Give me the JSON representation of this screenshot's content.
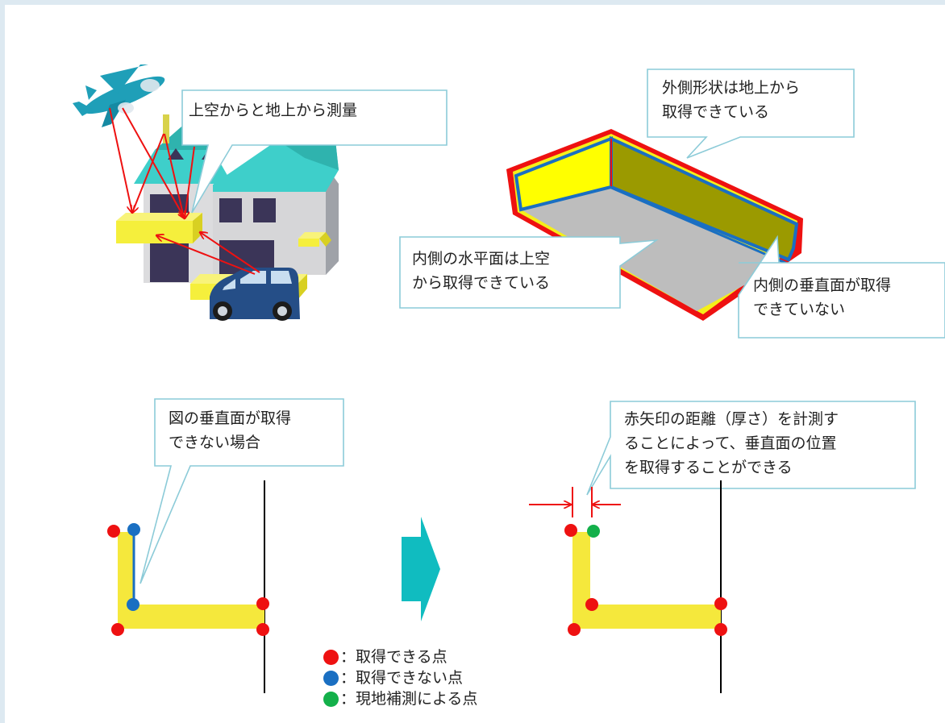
{
  "callouts": {
    "survey": "上空からと地上から測量",
    "outer_shape": "外側形状は地上から\n取得できている",
    "inner_horizontal": "内側の水平面は上空\nから取得できている",
    "inner_vertical": "内側の垂直面が取得\nできていない",
    "case_missing": "図の垂直面が取得\nできない場合",
    "measure_thickness": "赤矢印の距離（厚さ）を計測す\nることによって、垂直面の位置\nを取得することができる"
  },
  "legend": [
    {
      "color": "#ee1111",
      "label": "：取得できる点"
    },
    {
      "color": "#1a6fc2",
      "label": "：取得できない点"
    },
    {
      "color": "#13b04a",
      "label": "：現地補測による点"
    }
  ],
  "colors": {
    "callout_border": "#8ccbd8",
    "arrow_red": "#ee1111",
    "wall_yellow": "#f5e83c",
    "teal_arrow": "#10bcc0"
  }
}
